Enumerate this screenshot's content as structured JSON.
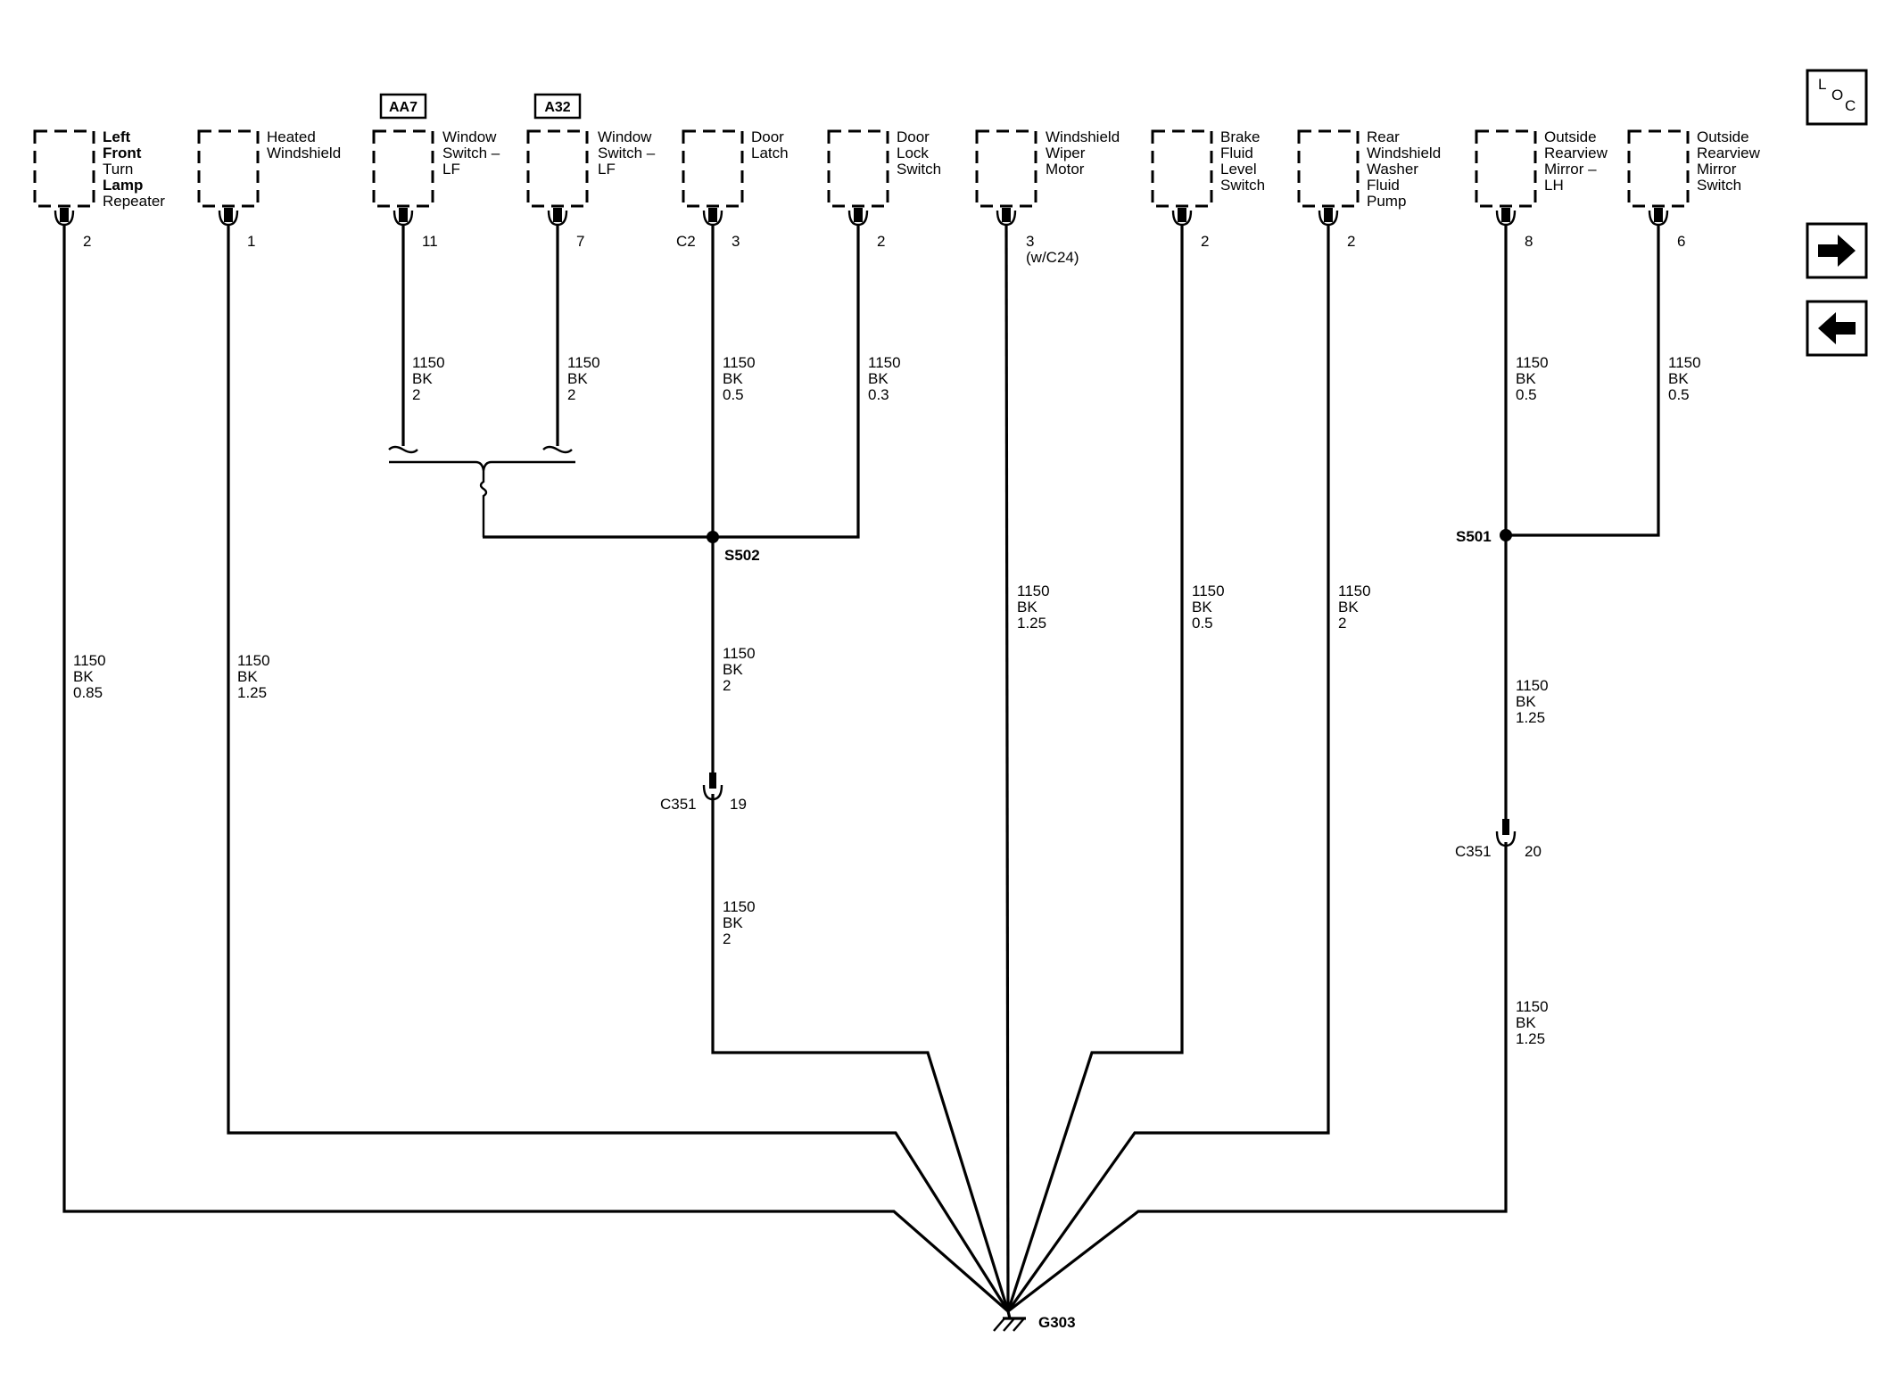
{
  "components": [
    {
      "lines": [
        "Left",
        "Front",
        "Turn",
        "Lamp",
        "Repeater"
      ],
      "bold_lines": [
        true,
        true,
        false,
        true,
        false
      ],
      "pin": "2",
      "wire": [
        "1150",
        "BK",
        "0.85"
      ]
    },
    {
      "lines": [
        "Heated",
        "Windshield"
      ],
      "pin": "1",
      "wire": [
        "1150",
        "BK",
        "1.25"
      ]
    },
    {
      "tag": "AA7",
      "lines": [
        "Window",
        "Switch –",
        "LF"
      ],
      "pin": "11",
      "wire": [
        "1150",
        "BK",
        "2"
      ]
    },
    {
      "tag": "A32",
      "lines": [
        "Window",
        "Switch –",
        "LF"
      ],
      "pin": "7",
      "wire": [
        "1150",
        "BK",
        "2"
      ]
    },
    {
      "lines": [
        "Door",
        "Latch"
      ],
      "connector": "C2",
      "pin": "3",
      "wire": [
        "1150",
        "BK",
        "0.5"
      ]
    },
    {
      "lines": [
        "Door",
        "Lock",
        "Switch"
      ],
      "pin": "2",
      "wire": [
        "1150",
        "BK",
        "0.3"
      ]
    },
    {
      "lines": [
        "Windshield",
        "Wiper",
        "Motor"
      ],
      "pin": "3",
      "pin_note": "(w/C24)",
      "wire": [
        "1150",
        "BK",
        "1.25"
      ]
    },
    {
      "lines": [
        "Brake",
        "Fluid",
        "Level",
        "Switch"
      ],
      "pin": "2",
      "wire": [
        "1150",
        "BK",
        "0.5"
      ]
    },
    {
      "lines": [
        "Rear",
        "Windshield",
        "Washer",
        "Fluid",
        "Pump"
      ],
      "pin": "2",
      "wire": [
        "1150",
        "BK",
        "2"
      ]
    },
    {
      "lines": [
        "Outside",
        "Rearview",
        "Mirror –",
        "LH"
      ],
      "pin": "8",
      "wire": [
        "1150",
        "BK",
        "0.5"
      ]
    },
    {
      "lines": [
        "Outside",
        "Rearview",
        "Mirror",
        "Switch"
      ],
      "pin": "6",
      "wire": [
        "1150",
        "BK",
        "0.5"
      ]
    }
  ],
  "splices": {
    "s502": "S502",
    "s501": "S501"
  },
  "inline_connectors": {
    "c351_left": {
      "name": "C351",
      "pin": "19"
    },
    "c351_right": {
      "name": "C351",
      "pin": "20"
    }
  },
  "segment_wires": {
    "s502_c351": [
      "1150",
      "BK",
      "2"
    ],
    "c351_ground": [
      "1150",
      "BK",
      "2"
    ],
    "s501_c351": [
      "1150",
      "BK",
      "1.25"
    ],
    "c351r_ground": [
      "1150",
      "BK",
      "1.25"
    ]
  },
  "ground": {
    "name": "G303"
  },
  "nav": {
    "loc_letters": [
      "L",
      "O",
      "C"
    ],
    "next_icon": "right-arrow-icon",
    "prev_icon": "left-arrow-icon"
  }
}
